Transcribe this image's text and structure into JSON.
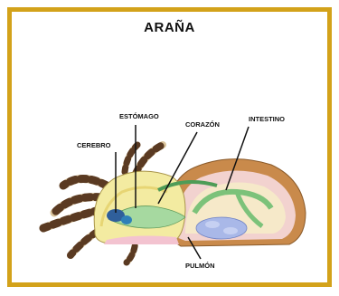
{
  "title": "ARAÑA",
  "labels": {
    "cerebro": "CEREBRO",
    "estomago": "ESTÓMAGO",
    "corazon": "CORAZÓN",
    "intestino": "INTESTINO",
    "pulmon": "PULMÓN"
  },
  "colors": {
    "frame": "#d3a21a",
    "abdomen_outer": "#c98a4b",
    "cephalothorax": "#f3eba1",
    "digestive": "#a6d9a0",
    "lung": "#a9b8e8",
    "legs_dark": "#5a3a22",
    "legs_light": "#d9c39a"
  }
}
